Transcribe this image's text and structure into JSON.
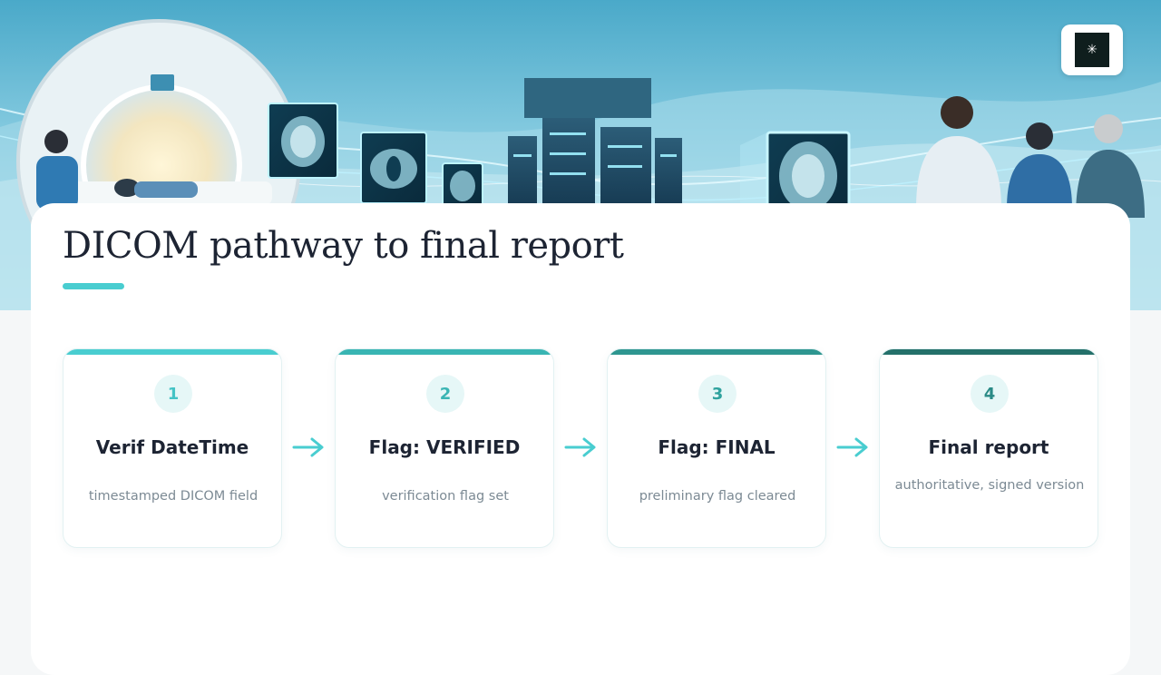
{
  "logo": {
    "glyph": "✳"
  },
  "slide": {
    "title": "DICOM pathway to final report"
  },
  "steps": [
    {
      "number": "1",
      "title": "Verif DateTime",
      "description": "timestamped DICOM field"
    },
    {
      "number": "2",
      "title": "Flag: VERIFIED",
      "description": "verification flag set"
    },
    {
      "number": "3",
      "title": "Flag: FINAL",
      "description": "preliminary flag cleared"
    },
    {
      "number": "4",
      "title": "Final report",
      "description": "authoritative, signed version"
    }
  ],
  "colors": {
    "accent": "#49cdd0",
    "step_bars": [
      "#49cdd0",
      "#39b5b3",
      "#2e9690",
      "#24706a"
    ],
    "step_numbers": [
      "#44c3c5",
      "#3ab5b4",
      "#2fa29e",
      "#2a8a86"
    ],
    "arrow": "#49cdd0",
    "title_text": "#1d2433",
    "description_text": "#7c8a94"
  }
}
